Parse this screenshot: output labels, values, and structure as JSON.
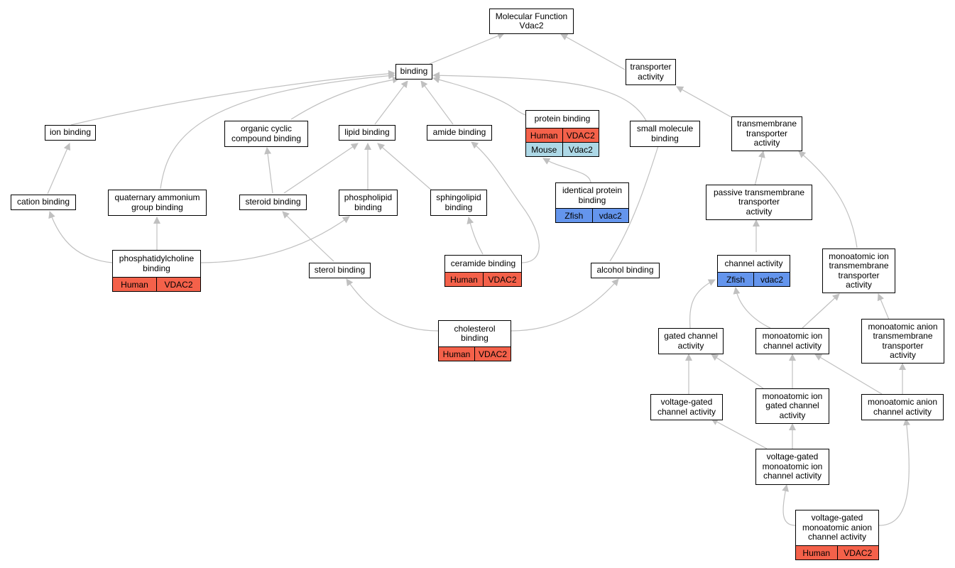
{
  "colors": {
    "edge": "#c0c0c0",
    "Human": "#f4614a",
    "Mouse": "#add8e6",
    "Zfish": "#6495ed"
  },
  "nodes": {
    "molecular_function": {
      "label": "Molecular Function\nVdac2"
    },
    "binding": {
      "label": "binding"
    },
    "transporter_activity": {
      "label": "transporter\nactivity"
    },
    "ion_binding": {
      "label": "ion binding"
    },
    "organic_cyclic": {
      "label": "organic cyclic\ncompound binding"
    },
    "lipid_binding": {
      "label": "lipid binding"
    },
    "amide_binding": {
      "label": "amide binding"
    },
    "protein_binding": {
      "label": "protein binding",
      "rows": [
        [
          "Human",
          "VDAC2"
        ],
        [
          "Mouse",
          "Vdac2"
        ]
      ]
    },
    "small_molecule": {
      "label": "small molecule\nbinding"
    },
    "tm_transporter": {
      "label": "transmembrane\ntransporter\nactivity"
    },
    "cation_binding": {
      "label": "cation binding"
    },
    "quaternary": {
      "label": "quaternary ammonium\ngroup binding"
    },
    "steroid_binding": {
      "label": "steroid binding"
    },
    "phospholipid": {
      "label": "phospholipid\nbinding"
    },
    "sphingolipid": {
      "label": "sphingolipid\nbinding"
    },
    "identical_protein": {
      "label": "identical protein\nbinding",
      "rows": [
        [
          "Zfish",
          "vdac2"
        ]
      ]
    },
    "passive_tm": {
      "label": "passive transmembrane\ntransporter\nactivity"
    },
    "phosphatidylcholine": {
      "label": "phosphatidylcholine\nbinding",
      "rows": [
        [
          "Human",
          "VDAC2"
        ]
      ]
    },
    "sterol_binding": {
      "label": "sterol binding"
    },
    "ceramide": {
      "label": "ceramide binding",
      "rows": [
        [
          "Human",
          "VDAC2"
        ]
      ]
    },
    "alcohol_binding": {
      "label": "alcohol binding"
    },
    "channel_activity": {
      "label": "channel activity",
      "rows": [
        [
          "Zfish",
          "vdac2"
        ]
      ]
    },
    "mono_ion_tm": {
      "label": "monoatomic ion\ntransmembrane\ntransporter\nactivity"
    },
    "cholesterol": {
      "label": "cholesterol\nbinding",
      "rows": [
        [
          "Human",
          "VDAC2"
        ]
      ]
    },
    "gated_channel": {
      "label": "gated channel\nactivity"
    },
    "mono_ion_channel": {
      "label": "monoatomic ion\nchannel activity"
    },
    "mono_anion_tm": {
      "label": "monoatomic anion\ntransmembrane\ntransporter\nactivity"
    },
    "voltage_gated": {
      "label": "voltage-gated\nchannel activity"
    },
    "mono_ion_gated": {
      "label": "monoatomic ion\ngated channel\nactivity"
    },
    "mono_anion_channel": {
      "label": "monoatomic anion\nchannel activity"
    },
    "vg_mono_ion": {
      "label": "voltage-gated\nmonoatomic ion\nchannel activity"
    },
    "vg_mono_anion": {
      "label": "voltage-gated\nmonoatomic anion\nchannel activity",
      "rows": [
        [
          "Human",
          "VDAC2"
        ]
      ]
    }
  }
}
